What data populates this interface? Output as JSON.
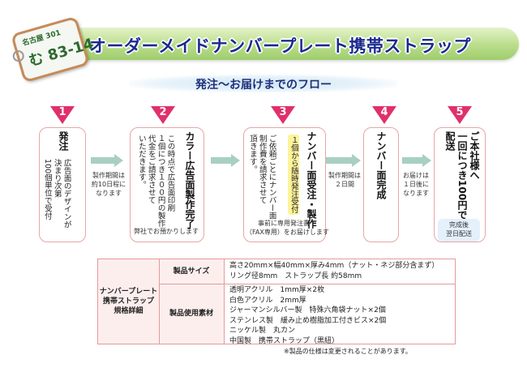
{
  "header": {
    "title": "オーダーメイドナンバープレート携帯ストラップ",
    "plate_region": "名古屋 301",
    "plate_number": "む 83-14",
    "subtitle": "発注〜お届けまでのフロー"
  },
  "steps": [
    {
      "num": "1",
      "heading": "発注",
      "body": [
        "広告面のデザインが",
        "決まり次第",
        "100個単位で受付"
      ]
    },
    {
      "num": "2",
      "heading": "カラー広告面製作完了",
      "body": [
        "この時点で広告面印刷",
        "１個につき１００円の製作",
        "代金をご請求させて",
        "いただきます。"
      ],
      "note": "弊社でお預かりします"
    },
    {
      "num": "3",
      "heading": "ナンバー面受注・製作",
      "highlight": "１個から随時発注受付",
      "body": [
        "ご依頼ごとにナンバー面",
        "制作費を請求させて",
        "頂きます。"
      ],
      "note": [
        "事前に専用発注書",
        "（FAX専用）をお届けします"
      ]
    },
    {
      "num": "4",
      "heading": "ナンバー面完成"
    },
    {
      "num": "5",
      "heading": [
        "ご本社様へ",
        "一回につき100円で",
        "配送"
      ],
      "chip": [
        "完成後",
        "翌日配送"
      ]
    }
  ],
  "between": [
    [
      "製作期間は",
      "約10日程に",
      "なります"
    ],
    [],
    [
      "製作期間は",
      "２日間"
    ],
    [
      "お届けは",
      "１日後に",
      "なります"
    ]
  ],
  "spec": {
    "group_label": [
      "ナンバープレート",
      "携帯ストラップ",
      "規格詳細"
    ],
    "size_label": "製品サイズ",
    "size_values": [
      "高さ20mm×幅40mm×厚み4mm（ナット・ネジ部分含まず）",
      "リング径8mm　ストラップ長 約58mm"
    ],
    "material_label": "製品使用素材",
    "material_values": [
      "透明アクリル　1mm厚×2枚",
      "白色アクリル　2mm厚",
      "ジャーマンシルバー製　特殊六角袋ナット×2個",
      "ステンレス製　緩み止め樹脂加工付きビス×2個",
      "ニッケル製　丸カン",
      "中国製　携帯ストラップ（黒紐）"
    ]
  },
  "footnote": "※製品の仕様は変更されることがあります。",
  "colors": {
    "marker": "#e0306a",
    "arrow": "#a9cfc4",
    "title": "#1a2a8e",
    "banner": "#b9dd8a",
    "border": "#e59a9a"
  }
}
